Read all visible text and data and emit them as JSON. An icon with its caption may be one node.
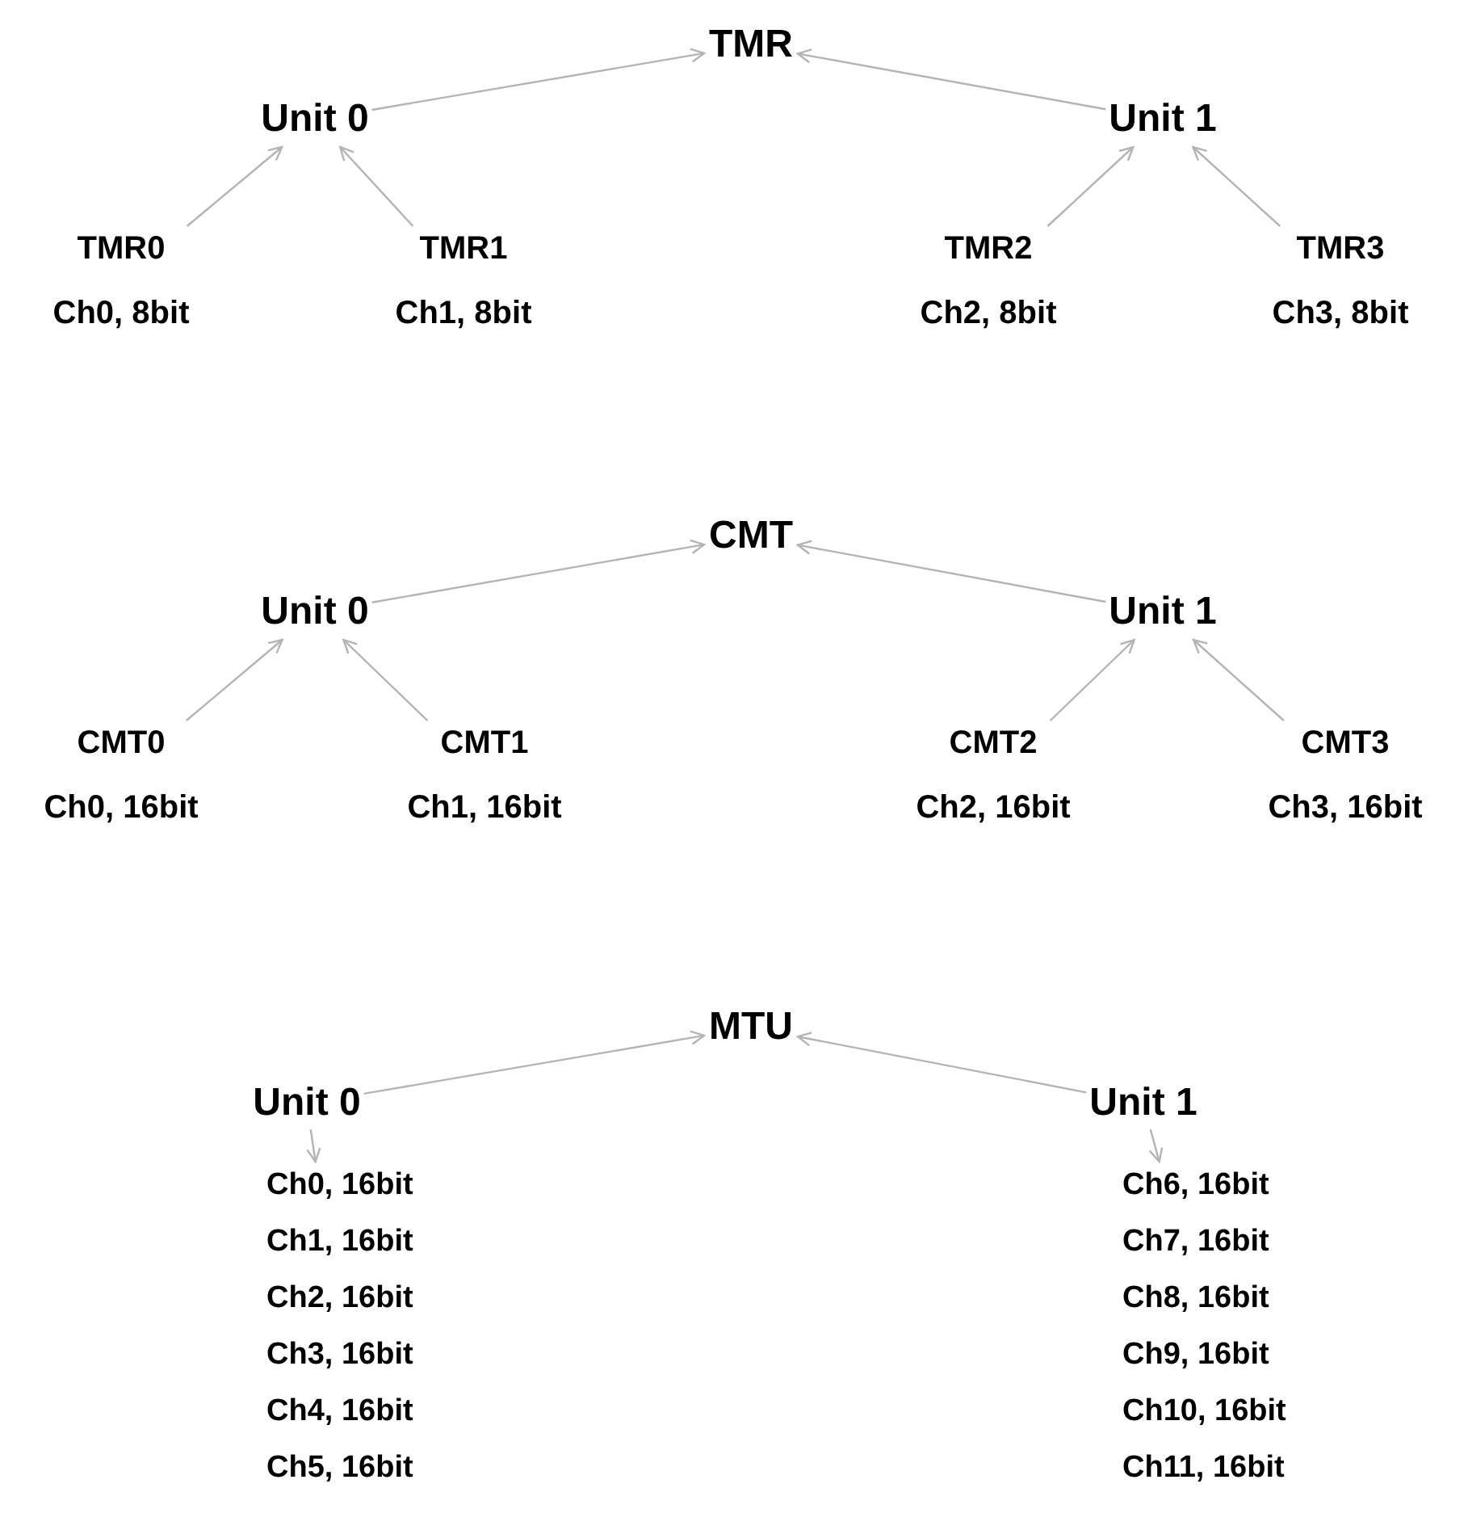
{
  "diagram": {
    "nodes": [
      {
        "text": [
          "TMR"
        ]
      },
      {
        "text": [
          "Unit 0"
        ]
      },
      {
        "text": [
          "Unit 1"
        ]
      },
      {
        "text": [
          "TMR0",
          "Ch0, 8bit"
        ]
      },
      {
        "text": [
          "TMR1",
          "Ch1, 8bit"
        ]
      },
      {
        "text": [
          "TMR2",
          "Ch2, 8bit"
        ]
      },
      {
        "text": [
          "TMR3",
          "Ch3, 8bit"
        ]
      },
      {
        "text": [
          "CMT"
        ]
      },
      {
        "text": [
          "Unit 0"
        ]
      },
      {
        "text": [
          "Unit 1"
        ]
      },
      {
        "text": [
          "CMT0",
          "Ch0, 16bit"
        ]
      },
      {
        "text": [
          "CMT1",
          "Ch1, 16bit"
        ]
      },
      {
        "text": [
          "CMT2",
          "Ch2, 16bit"
        ]
      },
      {
        "text": [
          "CMT3",
          "Ch3, 16bit"
        ]
      },
      {
        "text": [
          "MTU"
        ]
      },
      {
        "text": [
          "Unit 0"
        ]
      },
      {
        "text": [
          "Unit 1"
        ]
      },
      {
        "text": [
          "Ch0, 16bit",
          "Ch1, 16bit",
          "Ch2, 16bit",
          "Ch3, 16bit",
          "Ch4, 16bit",
          "Ch5, 16bit"
        ]
      },
      {
        "text": [
          "Ch6, 16bit",
          "Ch7, 16bit",
          "Ch8, 16bit",
          "Ch9, 16bit",
          "Ch10, 16bit",
          "Ch11, 16bit"
        ]
      }
    ],
    "edges": [
      {
        "from": 1,
        "to": 0,
        "arrow": "to"
      },
      {
        "from": 2,
        "to": 0,
        "arrow": "to"
      },
      {
        "from": 3,
        "to": 1,
        "arrow": "to"
      },
      {
        "from": 4,
        "to": 1,
        "arrow": "to"
      },
      {
        "from": 5,
        "to": 2,
        "arrow": "to"
      },
      {
        "from": 6,
        "to": 2,
        "arrow": "to"
      },
      {
        "from": 8,
        "to": 7,
        "arrow": "to"
      },
      {
        "from": 9,
        "to": 7,
        "arrow": "to"
      },
      {
        "from": 10,
        "to": 8,
        "arrow": "to"
      },
      {
        "from": 11,
        "to": 8,
        "arrow": "to"
      },
      {
        "from": 12,
        "to": 9,
        "arrow": "to"
      },
      {
        "from": 13,
        "to": 9,
        "arrow": "to"
      },
      {
        "from": 15,
        "to": 14,
        "arrow": "to"
      },
      {
        "from": 16,
        "to": 14,
        "arrow": "to"
      },
      {
        "from": 15,
        "to": 17,
        "arrow": "to"
      },
      {
        "from": 16,
        "to": 18,
        "arrow": "to"
      }
    ]
  }
}
